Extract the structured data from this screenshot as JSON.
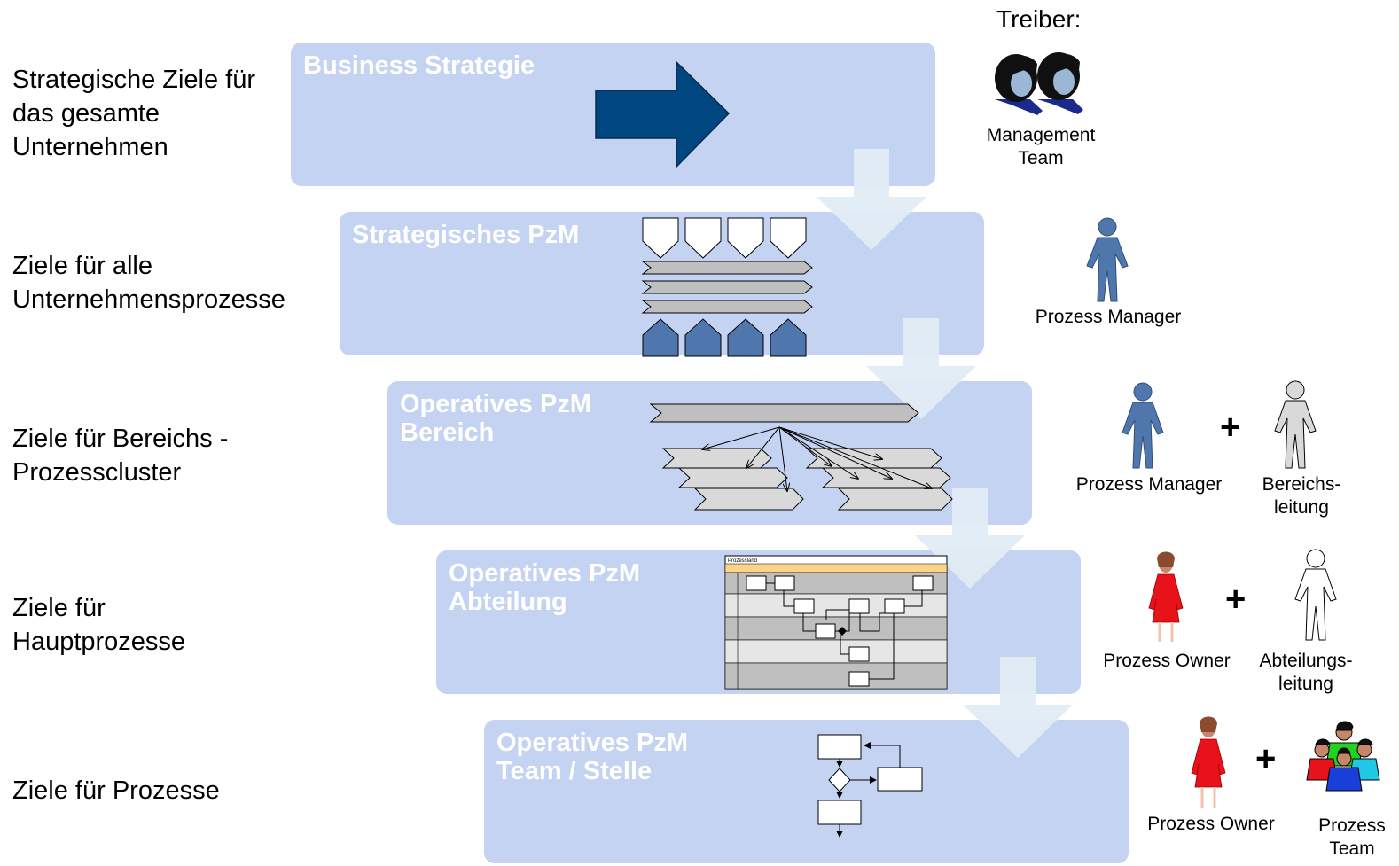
{
  "drivers_header": "Treiber:",
  "levels": [
    {
      "goal_lines": [
        "Strategische Ziele für",
        "das gesamte",
        "Unternehmen"
      ],
      "layer_lines": [
        "Business Strategie"
      ],
      "roles": [
        {
          "lines": [
            "Management",
            "Team"
          ],
          "icon": "management-team-icon"
        }
      ]
    },
    {
      "goal_lines": [
        "Ziele für alle",
        "Unternehmensprozesse"
      ],
      "layer_lines": [
        "Strategisches PzM"
      ],
      "roles": [
        {
          "lines": [
            "Prozess Manager"
          ],
          "icon": "prozess-manager-icon"
        }
      ]
    },
    {
      "goal_lines": [
        "Ziele für Bereichs -",
        "Prozesscluster"
      ],
      "layer_lines": [
        "Operatives PzM",
        "Bereich"
      ],
      "roles": [
        {
          "lines": [
            "Prozess Manager"
          ],
          "icon": "prozess-manager-icon"
        },
        {
          "lines": [
            "Bereichs-",
            "leitung"
          ],
          "icon": "bereichsleitung-icon"
        }
      ]
    },
    {
      "goal_lines": [
        "Ziele für",
        "Hauptprozesse"
      ],
      "layer_lines": [
        "Operatives PzM",
        "Abteilung"
      ],
      "roles": [
        {
          "lines": [
            "Prozess Owner"
          ],
          "icon": "prozess-owner-icon"
        },
        {
          "lines": [
            "Abteilungs-",
            "leitung"
          ],
          "icon": "abteilungsleitung-icon"
        }
      ]
    },
    {
      "goal_lines": [
        "Ziele für Prozesse"
      ],
      "layer_lines": [
        "Operatives PzM",
        "Team / Stelle"
      ],
      "roles": [
        {
          "lines": [
            "Prozess Owner"
          ],
          "icon": "prozess-owner-icon"
        },
        {
          "lines": [
            "Prozess",
            "Team"
          ],
          "icon": "prozess-team-icon"
        }
      ]
    }
  ],
  "plus_sign": "+",
  "swimlane_header": "Prozessland"
}
